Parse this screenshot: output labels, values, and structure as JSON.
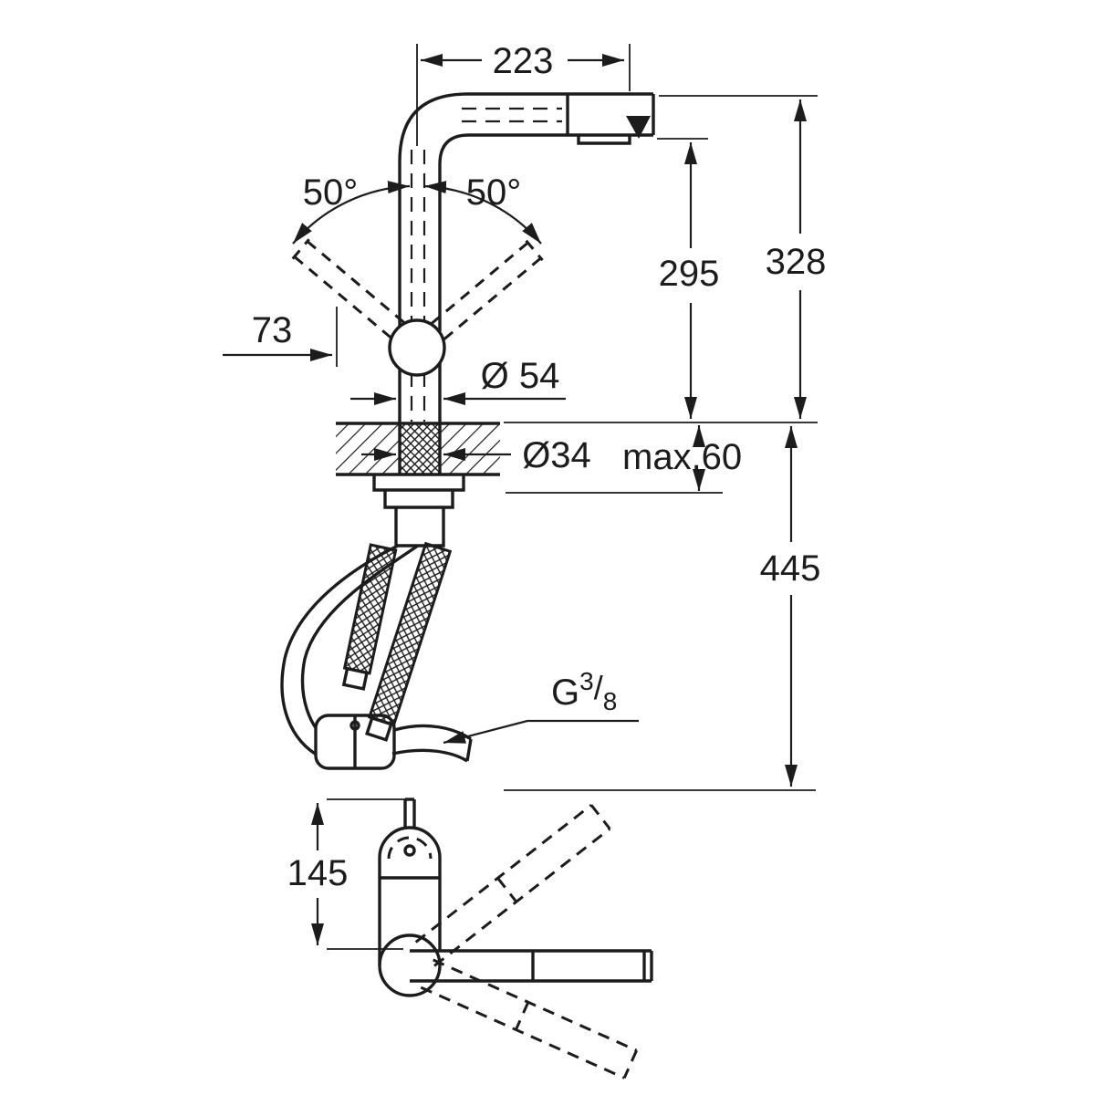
{
  "page": {
    "title": "Faucet technical dimension drawing"
  },
  "dimensions": {
    "spout_reach": "223",
    "swivel_left": "50°",
    "swivel_right": "50°",
    "lever_offset": "73",
    "base_diameter": "Ø 54",
    "clearance_height": "295",
    "total_height": "328",
    "hole_diameter": "Ø34",
    "max_counter_thickness": "max.60",
    "below_counter_depth": "445",
    "plan_depth": "145",
    "thread": {
      "prefix": "G",
      "numerator": "3",
      "slash": "/",
      "denominator": "8"
    }
  }
}
